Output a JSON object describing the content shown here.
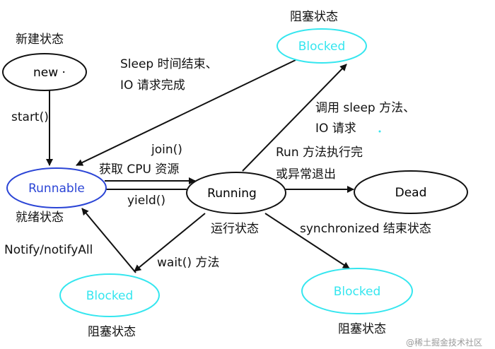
{
  "nodes": {
    "new": {
      "label": "new ·",
      "caption": "新建状态"
    },
    "runnable": {
      "label": "Runnable",
      "caption": "就绪状态"
    },
    "running": {
      "label": "Running",
      "caption": "运行状态"
    },
    "dead": {
      "label": "Dead"
    },
    "blocked_top": {
      "label": "Blocked",
      "caption": "阻塞状态"
    },
    "blocked_left": {
      "label": "Blocked",
      "caption": "阻塞状态"
    },
    "blocked_right": {
      "label": "Blocked",
      "caption": "阻塞状态"
    }
  },
  "edges": {
    "start": "start()",
    "sleep_end": [
      "Sleep 时间结束、",
      "IO 请求完成"
    ],
    "call_sleep": [
      "调用 sleep 方法、",
      "IO 请求"
    ],
    "join": "join()",
    "get_cpu": "获取 CPU 资源",
    "yield": "yield()",
    "run_done": [
      "Run 方法执行完",
      "或异常退出"
    ],
    "notify": "Notify/notifyAll",
    "wait": "wait() 方法",
    "sync_end": "synchronized 结束状态"
  },
  "watermark": "@稀土掘金技术社区",
  "colors": {
    "blue": "#2b45d6",
    "cyan": "#35e6ef",
    "black": "#111111"
  }
}
